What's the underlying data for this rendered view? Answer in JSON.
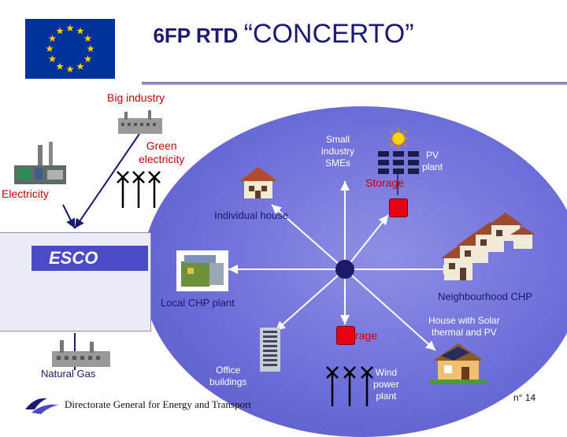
{
  "header": {
    "title_prefix": "6FP RTD ",
    "title_main": "“CONCERTO”"
  },
  "diagram": {
    "labels": {
      "big_industry": "Big industry",
      "green_electricity": "Green\nelectricity",
      "electricity": "Electricity",
      "small_industry": "Small\nindustry\nSMEs",
      "pv_plant": "PV\nplant",
      "storage_top": "Storage",
      "individual_house": "Individual house",
      "esco": "ESCO",
      "neighbourhood_chp": "Neighbourhood CHP",
      "local_chp": "Local CHP plant",
      "storage_bottom": "Storage",
      "house_solar": "House with Solar\nthermal and PV",
      "natural_gas": "Natural Gas",
      "office_buildings": "Office\nbuildings",
      "wind_power": "Wind\npower\nplant"
    }
  },
  "footer": {
    "directorate": "Directorate General for Energy and Transport",
    "page": "n° 14"
  },
  "colors": {
    "title": "#1a1a6e",
    "label_red": "#cc0000",
    "label_navy": "#1a1a70",
    "ellipse": "#6d6dd8",
    "esco_bar": "#4b4bc6",
    "storage": "#e60012",
    "hub": "#1b1b6a"
  },
  "icons": [
    "eu-flag-icon",
    "big-industry-factory-icon",
    "power-plant-icon",
    "wind-turbine-icon",
    "house-icon",
    "sun-icon",
    "pv-panel-icon",
    "chp-plant-icon",
    "row-houses-icon",
    "office-building-icon",
    "solar-house-icon",
    "gas-factory-icon",
    "dg-tren-logo-icon"
  ]
}
